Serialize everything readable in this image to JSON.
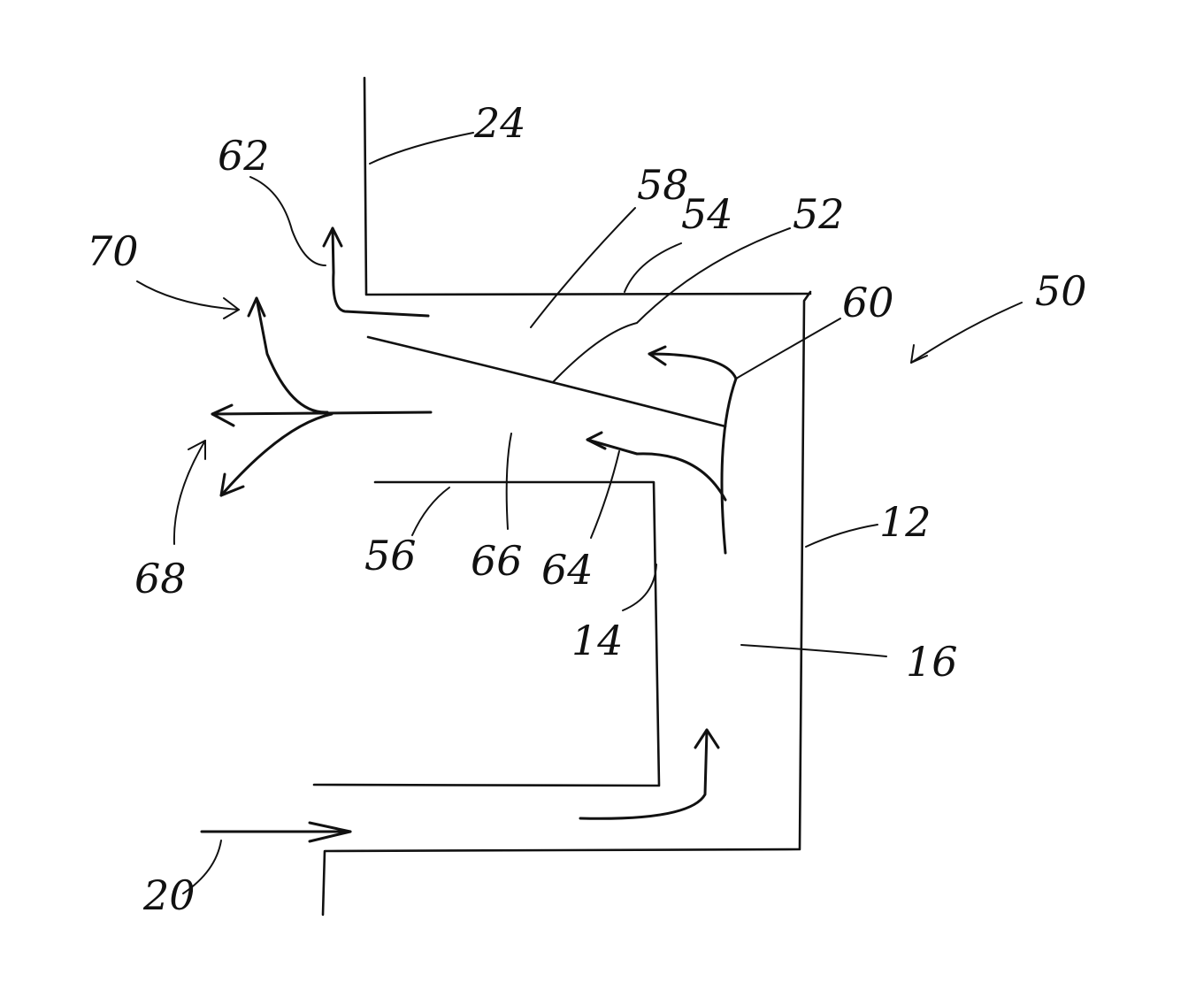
{
  "labels": {
    "l12": "12",
    "l14": "14",
    "l16": "16",
    "l20": "20",
    "l24": "24",
    "l50": "50",
    "l52": "52",
    "l54": "54",
    "l56": "56",
    "l58": "58",
    "l60": "60",
    "l62": "62",
    "l64": "64",
    "l66": "66",
    "l68": "68",
    "l70": "70"
  }
}
